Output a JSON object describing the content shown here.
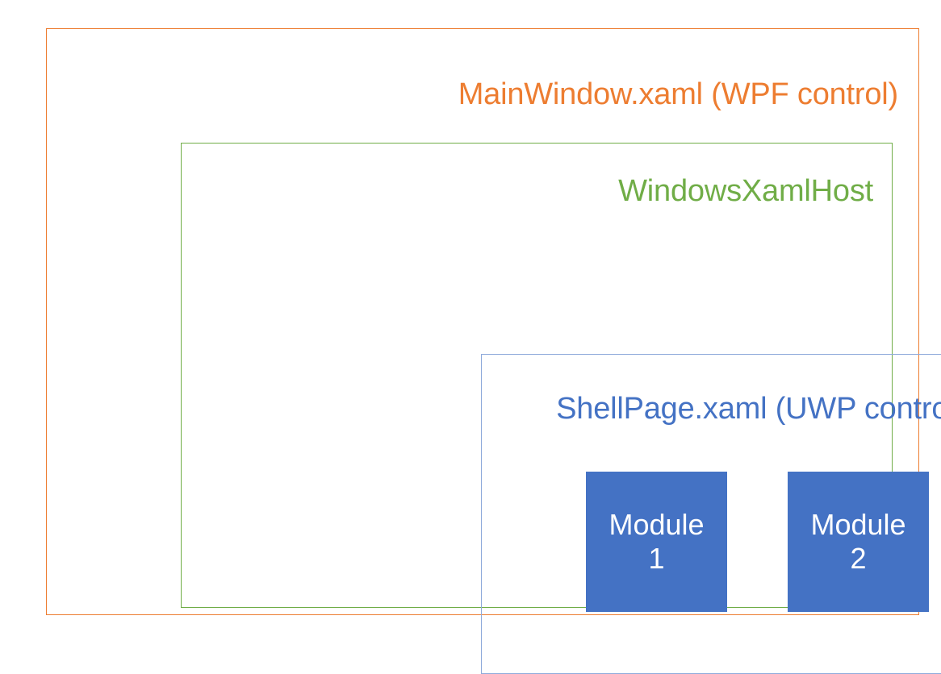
{
  "diagram": {
    "layers": {
      "outer": {
        "title": "MainWindow.xaml (WPF control)",
        "color": "#ED7D31"
      },
      "middle": {
        "title": "WindowsXamlHost",
        "color": "#70AD47"
      },
      "inner": {
        "title": "ShellPage.xaml (UWP control)",
        "color": "#4472C4",
        "border_color": "#8EAADB"
      }
    },
    "modules": [
      {
        "name": "Module",
        "number": "1",
        "fill": "#4472C4",
        "text_color": "#FFFFFF"
      },
      {
        "name": "Module",
        "number": "2",
        "fill": "#4472C4",
        "text_color": "#FFFFFF"
      }
    ]
  }
}
